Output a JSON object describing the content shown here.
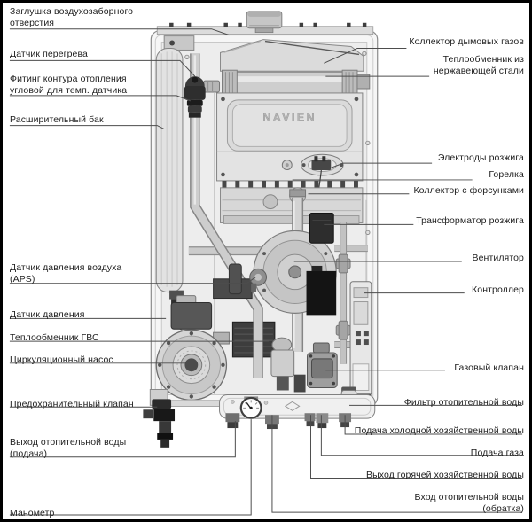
{
  "figure": {
    "brand": "NAVIEN",
    "labels_left": [
      "Заглушка воздухозаборного\nотверстия",
      "Датчик перегрева",
      "Фитинг контура отопления\nугловой для темп. датчика",
      "Расширительный бак",
      "Датчик давления воздуха\n(APS)",
      "Датчик давления",
      "Теплообменник ГВС",
      "Циркуляционный насос",
      "Предохранительный клапан",
      "Выход отопительной воды\n(подача)",
      "Манометр"
    ],
    "labels_right": [
      "Коллектор дымовых газов",
      "Теплообменник из\nнержавеющей стали",
      "Электроды розжига",
      "Горелка",
      "Коллектор с форсунками",
      "Трансформатор розжига",
      "Вентилятор",
      "Контроллер",
      "Газовый клапан",
      "Фильтр отопительной воды",
      "Подача холодной хозяйственной воды",
      "Подача газа",
      "Выход горячей хозяйственной воды",
      "Вход отопительной воды\n(обратка)"
    ]
  }
}
